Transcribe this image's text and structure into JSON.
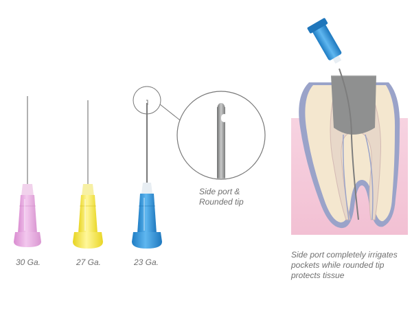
{
  "labels": {
    "gauge_30": "30 Ga.",
    "gauge_27": "27 Ga.",
    "gauge_23": "23 Ga.",
    "side_port_line1": "Side port &",
    "side_port_line2": "Rounded tip",
    "irrigation_line1": "Side port completely irrigates",
    "irrigation_line2": "pockets while rounded tip",
    "irrigation_line3": "protects tissue"
  },
  "colors": {
    "hub_30": "#e6a6e0",
    "hub_27": "#f2e63a",
    "hub_23": "#2d8fd6",
    "gum": "#f4c6d8",
    "tooth_enamel": "#f4e7cf",
    "tooth_outline": "#9aa3c9",
    "metal": "#8f9090"
  },
  "icons": [
    "needle-30-ga-icon",
    "needle-27-ga-icon",
    "needle-23-ga-icon",
    "magnifier-circle-icon",
    "tooth-cross-section-icon"
  ]
}
